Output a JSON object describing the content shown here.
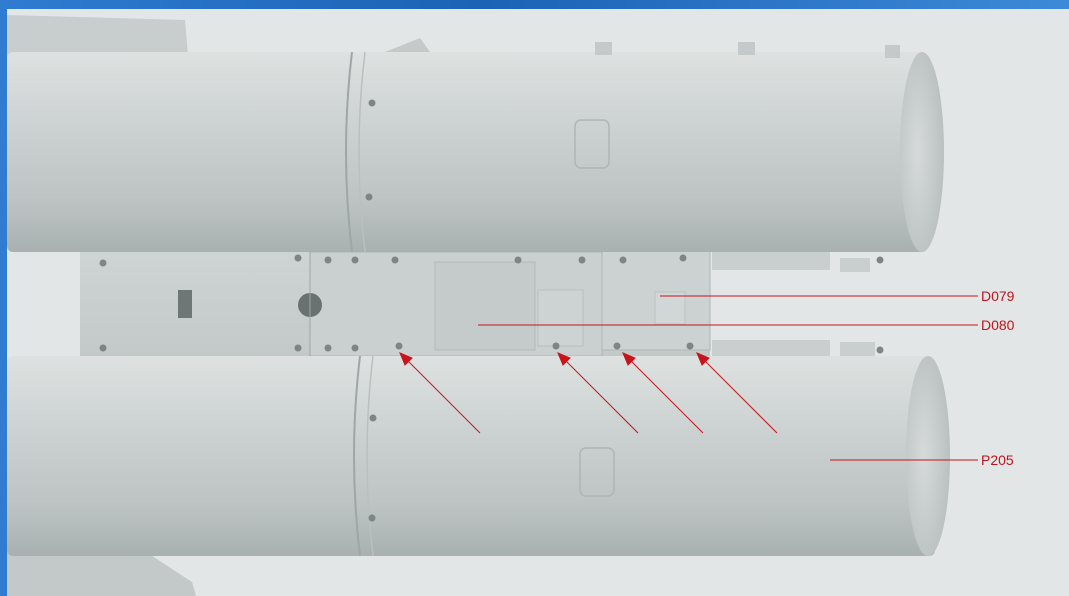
{
  "labels": {
    "d079": "D079",
    "d080": "D080",
    "p205": "P205"
  },
  "colors": {
    "leader": "#c8141c",
    "part_grey": "#c7cdcc",
    "background": "#e3e6e6",
    "frame_blue": "#1a63b5"
  }
}
